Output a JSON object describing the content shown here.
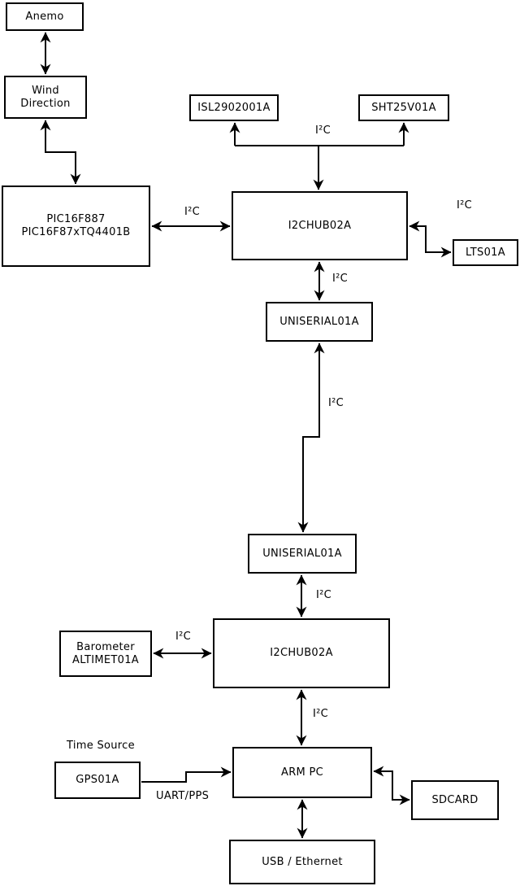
{
  "nodes": {
    "anemo": {
      "label": "Anemo"
    },
    "wind_direction": {
      "line1": "Wind",
      "line2": "Direction"
    },
    "pic": {
      "line1": "PIC16F887",
      "line2": "PIC16F87xTQ4401B"
    },
    "isl": {
      "label": "ISL2902001A"
    },
    "sht": {
      "label": "SHT25V01A"
    },
    "i2chub_upper": {
      "label": "I2CHUB02A"
    },
    "lts": {
      "label": "LTS01A"
    },
    "uniserial_upper": {
      "label": "UNISERIAL01A"
    },
    "uniserial_lower": {
      "label": "UNISERIAL01A"
    },
    "i2chub_lower": {
      "label": "I2CHUB02A"
    },
    "barometer": {
      "line1": "Barometer",
      "line2": "ALTIMET01A"
    },
    "gps": {
      "label": "GPS01A"
    },
    "arm_pc": {
      "label": "ARM PC"
    },
    "sdcard": {
      "label": "SDCARD"
    },
    "usb_ethernet": {
      "label": "USB / Ethernet"
    }
  },
  "labels": {
    "time_source": "Time Source",
    "uart_pps": "UART/PPS",
    "i2c_sensor_branch": "I²C",
    "i2c_pic_hub": "I²C",
    "i2c_hub_lts": "I²C",
    "i2c_hub_uniserial": "I²C",
    "i2c_uniserial_link": "I²C",
    "i2c_uniserial_hub2": "I²C",
    "i2c_barometer_hub": "I²C",
    "i2c_hub2_armpc": "I²C"
  },
  "colors": {
    "line": "#000000",
    "background": "#ffffff",
    "box_fill": "#ffffff"
  },
  "edges": [
    {
      "from": "Anemo",
      "to": "Wind Direction",
      "direction": "both",
      "label": ""
    },
    {
      "from": "Wind Direction",
      "to": "PIC16F887 PIC16F87xTQ4401B",
      "direction": "both",
      "label": ""
    },
    {
      "from": "PIC16F887 PIC16F87xTQ4401B",
      "to": "I2CHUB02A (upper)",
      "direction": "both",
      "label": "I²C"
    },
    {
      "from": "I2CHUB02A (upper)",
      "to": "ISL2902001A",
      "direction": "both",
      "label": "I²C"
    },
    {
      "from": "I2CHUB02A (upper)",
      "to": "SHT25V01A",
      "direction": "both",
      "label": "I²C"
    },
    {
      "from": "I2CHUB02A (upper)",
      "to": "LTS01A",
      "direction": "both",
      "label": "I²C"
    },
    {
      "from": "I2CHUB02A (upper)",
      "to": "UNISERIAL01A (upper)",
      "direction": "both",
      "label": "I²C"
    },
    {
      "from": "UNISERIAL01A (upper)",
      "to": "UNISERIAL01A (lower)",
      "direction": "both",
      "label": "I²C"
    },
    {
      "from": "UNISERIAL01A (lower)",
      "to": "I2CHUB02A (lower)",
      "direction": "both",
      "label": "I²C"
    },
    {
      "from": "Barometer ALTIMET01A",
      "to": "I2CHUB02A (lower)",
      "direction": "both",
      "label": "I²C"
    },
    {
      "from": "I2CHUB02A (lower)",
      "to": "ARM PC",
      "direction": "both",
      "label": "I²C"
    },
    {
      "from": "GPS01A",
      "to": "ARM PC",
      "direction": "to",
      "label": "UART/PPS"
    },
    {
      "from": "ARM PC",
      "to": "SDCARD",
      "direction": "both",
      "label": ""
    },
    {
      "from": "ARM PC",
      "to": "USB / Ethernet",
      "direction": "both",
      "label": ""
    }
  ]
}
